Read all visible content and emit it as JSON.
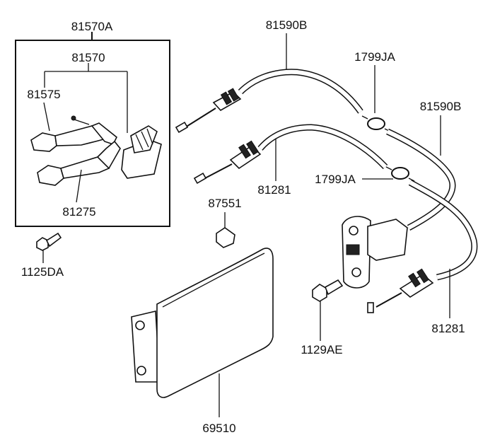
{
  "diagram": {
    "labels": {
      "assembly_81570A": "81570A",
      "lever_81570": "81570",
      "lever_81575": "81575",
      "lever_81275": "81275",
      "bolt_1125DA": "1125DA",
      "cable_81590B_upper": "81590B",
      "clip_1799JA_upper": "1799JA",
      "cable_81590B_right": "81590B",
      "cable_81281_middle": "81281",
      "clip_1799JA_lower": "1799JA",
      "bumper_87551": "87551",
      "bolt_1129AE": "1129AE",
      "cable_81281_right": "81281",
      "fuel_door_69510": "69510"
    }
  }
}
